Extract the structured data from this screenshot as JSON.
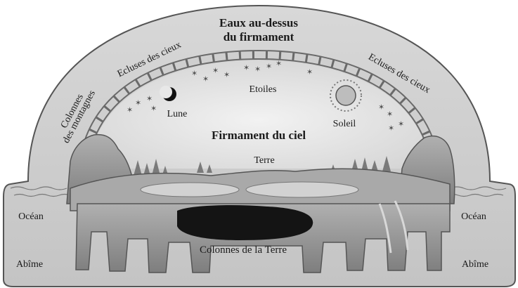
{
  "labels": {
    "eaux_line1": "Eaux au-dessus",
    "eaux_line2": "du firmament",
    "ecluses_left": "Ecluses des cieux",
    "ecluses_right": "Ecluses des cieux",
    "colonnes_line1": "Colonnes",
    "colonnes_line2": "des montagnes",
    "etoiles": "Etoiles",
    "lune": "Lune",
    "soleil": "Soleil",
    "firmament": "Firmament du ciel",
    "terre": "Terre",
    "ocean_left": "Océan",
    "ocean_right": "Océan",
    "abime_left": "Abîme",
    "abime_right": "Abîme",
    "colonnes_terre": "Colonnes de la Terre"
  },
  "colors": {
    "outer_dome": "#cfcfcf",
    "sky": "#e7e7e7",
    "rock": "#9a9a9a",
    "water": "#bdbdbd",
    "cave": "#141414",
    "ink": "#1b1b1b"
  }
}
